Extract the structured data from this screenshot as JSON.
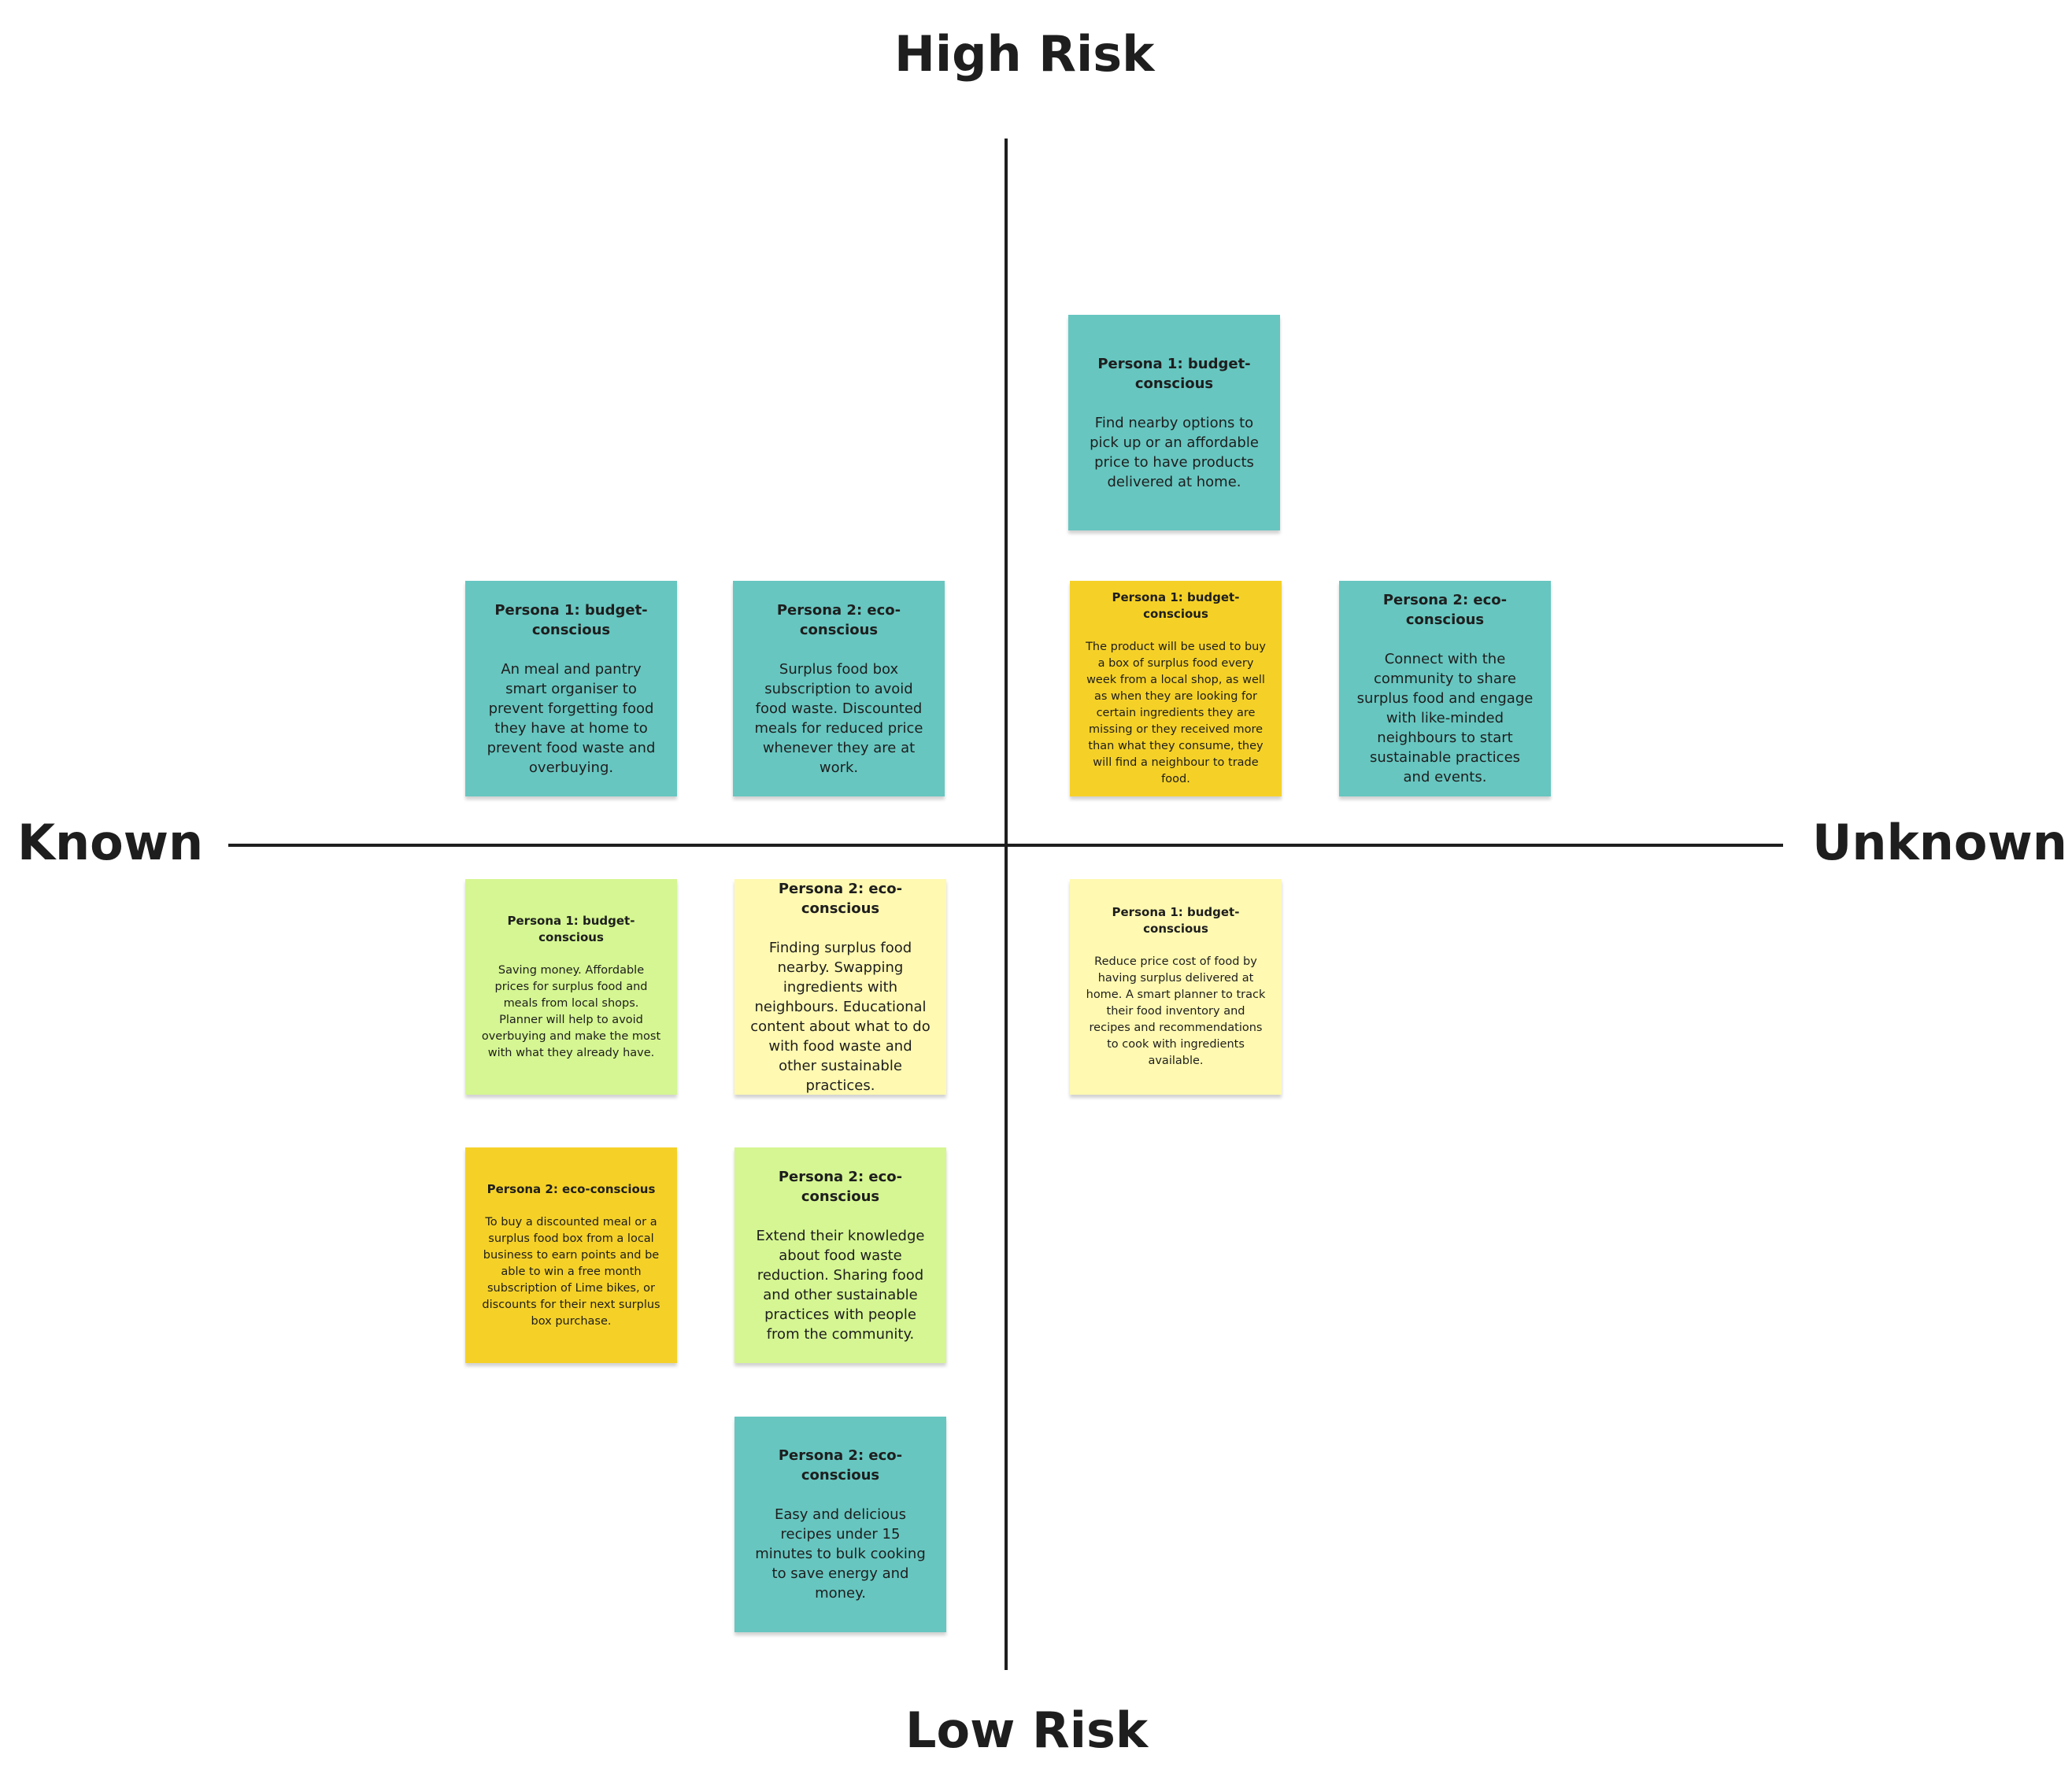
{
  "axes": {
    "top": "High Risk",
    "bottom": "Low Risk",
    "left": "Known",
    "right": "Unknown"
  },
  "colors": {
    "teal": "#67c6c0",
    "orange": "#f5d128",
    "lime": "#d5f692",
    "cream": "#fff9b1"
  },
  "notes": [
    {
      "title": "Persona 1: budget-conscious",
      "body": "Find nearby options to pick up or an affordable price to have products delivered at home."
    },
    {
      "title": "Persona 1: budget-conscious",
      "body": "An meal and pantry smart organiser to prevent forgetting food they have at home to prevent food waste and overbuying."
    },
    {
      "title": "Persona 2: eco-conscious",
      "body": "Surplus food box subscription to avoid food waste. Discounted meals for reduced price whenever they are at work."
    },
    {
      "title": "Persona 1: budget-conscious",
      "body": "The product will be used to buy a box of surplus food every week from a local shop, as well as when they are looking for certain ingredients they are missing or they received more than what they consume, they will find a neighbour to trade food."
    },
    {
      "title": "Persona 2: eco-conscious",
      "body": "Connect with the community to share surplus food and engage with like-minded neighbours to start sustainable practices and events."
    },
    {
      "title": "Persona 1: budget-conscious",
      "body": "Saving money. Affordable prices for surplus food and meals from local shops. Planner will help to avoid overbuying and make the most with what they already have."
    },
    {
      "title": "Persona 2: eco-conscious",
      "body": "Finding surplus food nearby. Swapping ingredients with neighbours. Educational content about what to do with food waste and other sustainable practices."
    },
    {
      "title": "Persona 1: budget-conscious",
      "body": "Reduce price cost of food by having surplus delivered at home. A smart planner to track their food inventory and recipes and recommendations to cook with ingredients available."
    },
    {
      "title": "Persona 2: eco-conscious",
      "body": "To buy a discounted meal or a surplus food box from a local business to earn points and be able to win a free month subscription of Lime bikes, or discounts for their next surplus box purchase."
    },
    {
      "title": "Persona 2: eco-conscious",
      "body": "Extend their knowledge about food waste reduction. Sharing food and other sustainable practices with people from the community."
    },
    {
      "title": "Persona 2: eco-conscious",
      "body": "Easy and delicious recipes under 15 minutes to bulk cooking to save energy and money."
    }
  ]
}
